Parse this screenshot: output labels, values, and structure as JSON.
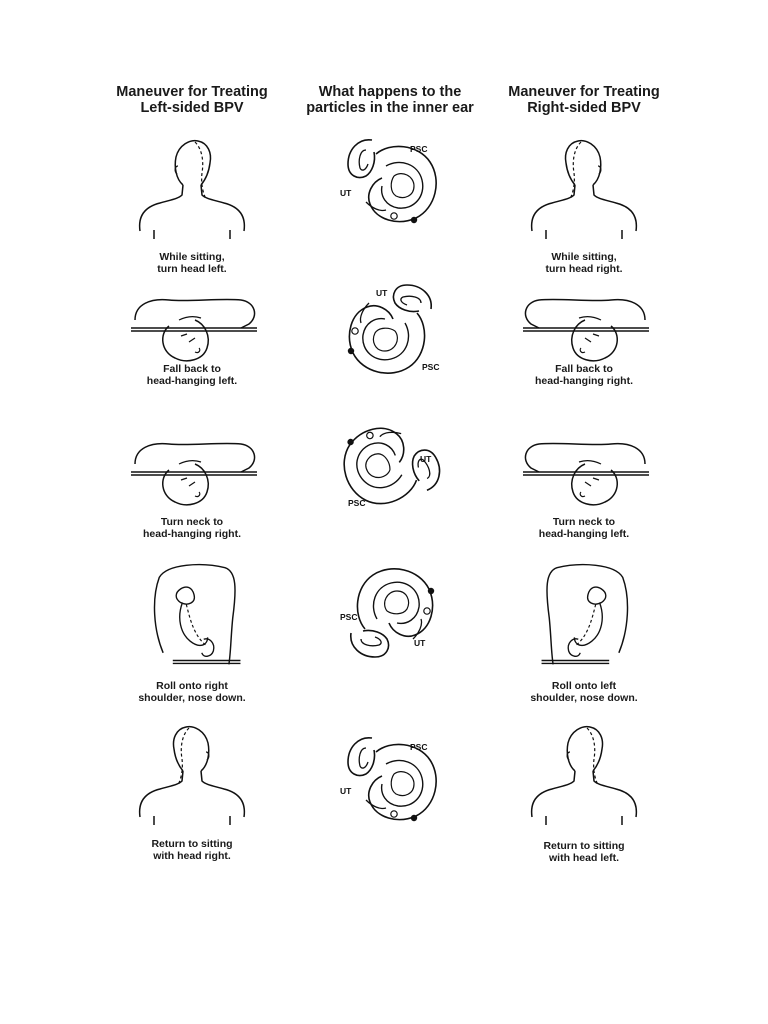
{
  "headers": {
    "left": {
      "line1": "Maneuver for Treating",
      "line2": "Left-sided BPV"
    },
    "middle": {
      "line1": "What happens to the",
      "line2": "particles in the inner ear"
    },
    "right": {
      "line1": "Maneuver for Treating",
      "line2": "Right-sided BPV"
    }
  },
  "left_steps": [
    {
      "line1": "While sitting,",
      "line2": "turn head left."
    },
    {
      "line1": "Fall back to",
      "line2": "head-hanging left."
    },
    {
      "line1": "Turn neck to",
      "line2": "head-hanging right."
    },
    {
      "line1": "Roll onto right",
      "line2": "shoulder, nose down."
    },
    {
      "line1": "Return to sitting",
      "line2": "with head right."
    }
  ],
  "right_steps": [
    {
      "line1": "While sitting,",
      "line2": "turn head right."
    },
    {
      "line1": "Fall back to",
      "line2": "head-hanging right."
    },
    {
      "line1": "Turn neck to",
      "line2": "head-hanging left."
    },
    {
      "line1": "Roll onto left",
      "line2": "shoulder, nose down."
    },
    {
      "line1": "Return to sitting",
      "line2": "with head left."
    }
  ],
  "ear_labels": {
    "psc": "PSC",
    "ut": "UT"
  },
  "icons": {
    "sitting": "sitting-person-icon",
    "lying": "lying-head-hanging-icon",
    "rolled": "rolled-side-nose-down-icon",
    "ear": "inner-ear-labyrinth-icon"
  },
  "colors": {
    "ink": "#111111",
    "paper": "#ffffff"
  }
}
